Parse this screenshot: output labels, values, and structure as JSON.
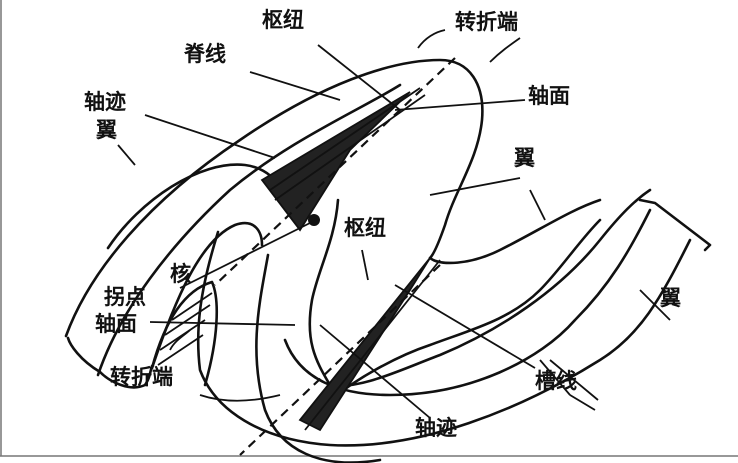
{
  "labels": {
    "hinge_top": "枢纽",
    "hinge_zone_top": "转折端",
    "crest_line": "脊线",
    "axial_plane_right": "轴面",
    "axial_trace_left": "轴迹",
    "limb_left": "翼",
    "limb_middle": "翼",
    "hinge_middle": "枢纽",
    "limb_right": "翼",
    "core": "核",
    "inflection_point": "拐点",
    "axial_plane_left": "轴面",
    "hinge_zone_bottom": "转折端",
    "trough_line": "槽线",
    "axial_trace_bottom": "轴迹"
  },
  "colors": {
    "line": "#111111",
    "background": "#ffffff"
  }
}
